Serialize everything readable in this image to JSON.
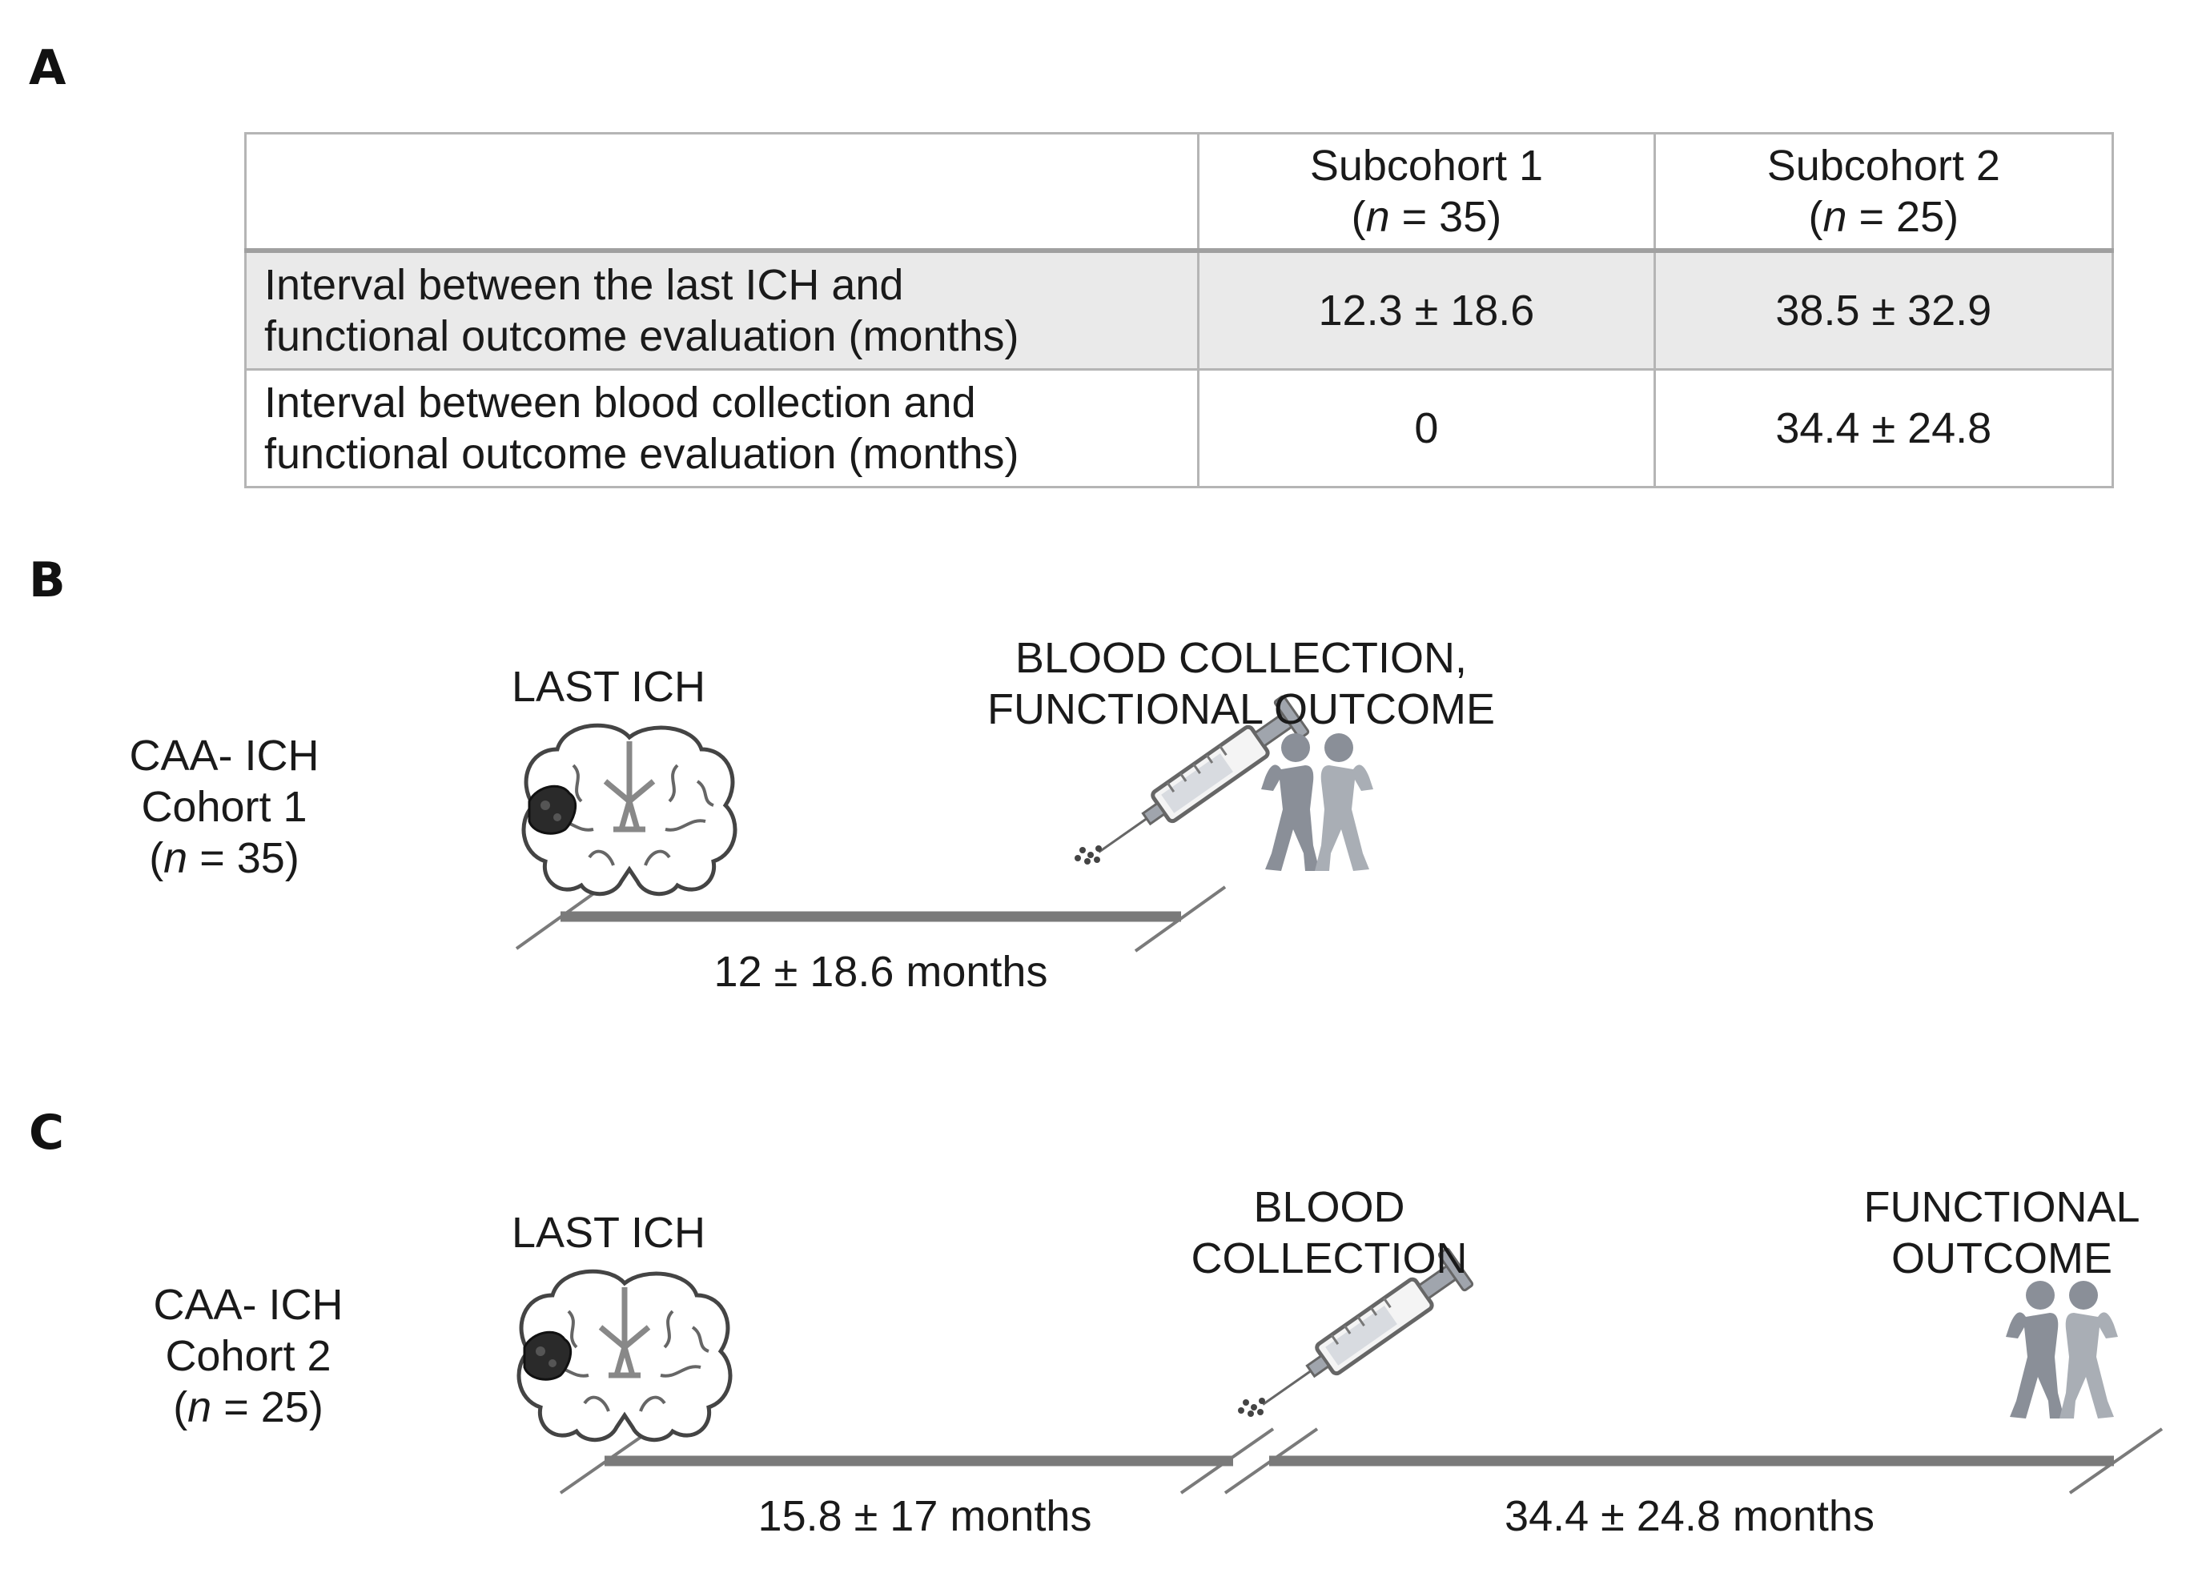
{
  "panels": {
    "a": "A",
    "b": "B",
    "c": "C"
  },
  "table": {
    "headers": [
      "",
      {
        "line1": "Subcohort 1",
        "n_italic": "n",
        "n_rest": " = 35)"
      },
      {
        "line1": "Subcohort 2",
        "n_italic": "n",
        "n_rest": " = 25)"
      }
    ],
    "rows": [
      {
        "label_line1": "Interval between the last ICH and",
        "label_line2": "functional outcome evaluation (months)",
        "subcohort1": "12.3 ± 18.6",
        "subcohort2": "38.5 ± 32.9"
      },
      {
        "label_line1": "Interval between blood collection and",
        "label_line2": "functional outcome evaluation (months)",
        "subcohort1": "0",
        "subcohort2": "34.4 ± 24.8"
      }
    ]
  },
  "panel_b": {
    "cohort_line1": "CAA- ICH",
    "cohort_line2": "Cohort 1",
    "cohort_n_italic": "n",
    "cohort_n_rest": " = 35)",
    "event1": "LAST ICH",
    "event2_line1": "BLOOD COLLECTION,",
    "event2_line2": "FUNCTIONAL OUTCOME",
    "interval": "12 ± 18.6 months"
  },
  "panel_c": {
    "cohort_line1": "CAA- ICH",
    "cohort_line2": "Cohort 2",
    "cohort_n_italic": "n",
    "cohort_n_rest": " = 25)",
    "event1": "LAST ICH",
    "event2_line1": "BLOOD",
    "event2_line2": "COLLECTION",
    "event3_line1": "FUNCTIONAL",
    "event3_line2": "OUTCOME",
    "interval1": "15.8 ± 17 months",
    "interval2": "34.4 ± 24.8 months"
  },
  "colors": {
    "timeline": "#7a7a7a",
    "icon_gray": "#8a8f98",
    "brain_outline": "#444444",
    "lesion": "#2a2a2a"
  },
  "icons": [
    "brain-icon",
    "syringe-icon",
    "walking-figures-icon"
  ]
}
